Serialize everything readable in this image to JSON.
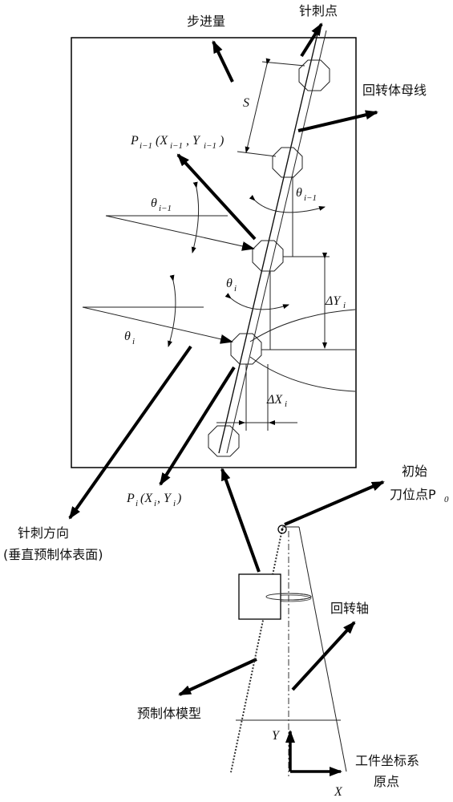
{
  "labels": {
    "feed_amount": "步进量",
    "needle_point": "针刺点",
    "generatrix": "回转体母线",
    "point_prev": "P",
    "point_prev_sub": "i−1",
    "point_prev_coords": "(X",
    "point_prev_coords_sub": "i−1",
    "point_prev_y": ", Y",
    "point_prev_y_sub": "i−1",
    "point_prev_close": ")",
    "theta": "θ",
    "theta_prev_sub": "i−1",
    "theta_cur_sub": "i",
    "spacing": "S",
    "delta_y": "ΔY",
    "delta_y_sub": "i",
    "delta_x": "ΔX",
    "delta_x_sub": "i",
    "point_cur": "P",
    "point_cur_sub": "i",
    "point_cur_coords": "(X",
    "point_cur_x_sub": "i",
    "point_cur_y": ", Y",
    "point_cur_y_sub": "i",
    "point_cur_close": ")",
    "needle_direction": "针刺方向",
    "needle_direction_note": "(垂直预制体表面)",
    "initial": "初始",
    "tool_point": "刀位点P",
    "tool_point_sub": "0",
    "rotation_axis": "回转轴",
    "preform_model": "预制体模型",
    "axis_y": "Y",
    "axis_x": "X",
    "workpiece_origin_1": "工件坐标系",
    "workpiece_origin_2": "原点"
  }
}
